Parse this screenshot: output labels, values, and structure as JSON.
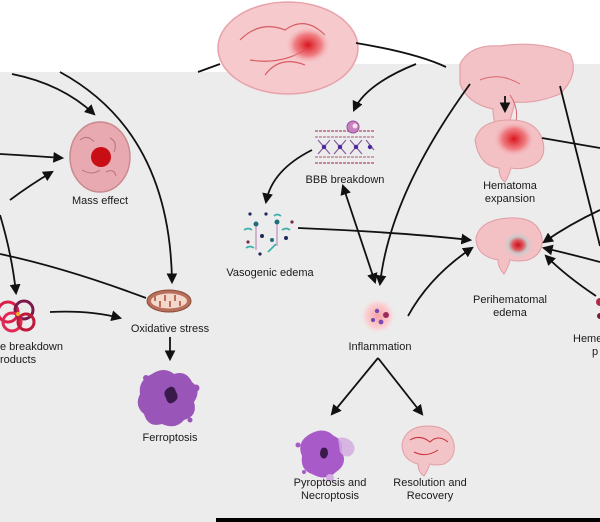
{
  "diagram": {
    "nodes": {
      "mass_effect": "Mass effect",
      "bbb_breakdown": "BBB breakdown",
      "hematoma_expansion_1": "Hematoma",
      "hematoma_expansion_2": "expansion",
      "vasogenic_edema": "Vasogenic edema",
      "perihematomal_edema_1": "Perihematomal",
      "perihematomal_edema_2": "edema",
      "heme_breakdown_1": "e breakdown",
      "heme_breakdown_2": "roducts",
      "oxidative_stress": "Oxidative stress",
      "inflammation": "Inflammation",
      "ferroptosis": "Ferroptosis",
      "pyroptosis_1": "Pyroptosis and",
      "pyroptosis_2": "Necroptosis",
      "resolution_1": "Resolution and",
      "resolution_2": "Recovery",
      "hemoglobin_partial_1": "Heme",
      "hemoglobin_partial_2": "p"
    },
    "colors": {
      "panel": "#ececec",
      "brain_pink": "#f2b8bd",
      "hemorrhage_red": "#d8141c",
      "cell_purple": "#9a4fb8",
      "arrow": "#111111"
    }
  }
}
